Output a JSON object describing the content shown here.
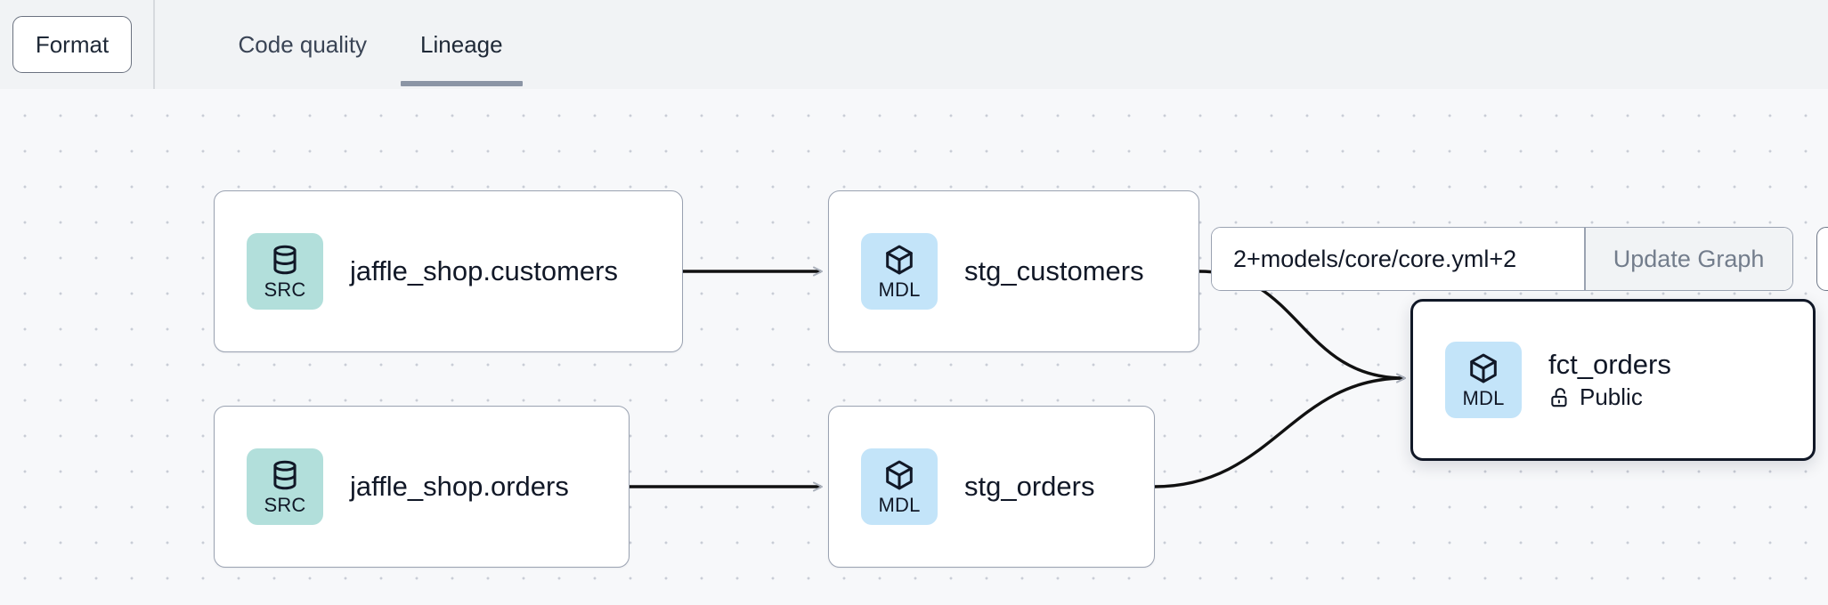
{
  "toolbar": {
    "format_label": "Format",
    "tabs": [
      {
        "label": "Code quality",
        "active": false
      },
      {
        "label": "Lineage",
        "active": true
      }
    ]
  },
  "graph_control": {
    "selector_value": "2+models/core/core.yml+2",
    "selector_placeholder": "2+models/core/core.yml+2",
    "update_label": "Update Graph"
  },
  "lineage": {
    "nodes": [
      {
        "id": "src_customers",
        "badge": "SRC",
        "badge_icon": "database-icon",
        "title": "jaffle_shop.customers",
        "subtitle": null,
        "selected": false
      },
      {
        "id": "src_orders",
        "badge": "SRC",
        "badge_icon": "database-icon",
        "title": "jaffle_shop.orders",
        "subtitle": null,
        "selected": false
      },
      {
        "id": "stg_customers",
        "badge": "MDL",
        "badge_icon": "cube-icon",
        "title": "stg_customers",
        "subtitle": null,
        "selected": false
      },
      {
        "id": "stg_orders",
        "badge": "MDL",
        "badge_icon": "cube-icon",
        "title": "stg_orders",
        "subtitle": null,
        "selected": false
      },
      {
        "id": "fct_orders",
        "badge": "MDL",
        "badge_icon": "cube-icon",
        "title": "fct_orders",
        "subtitle": "Public",
        "subtitle_icon": "unlock-icon",
        "selected": true
      }
    ],
    "edges": [
      {
        "from": "src_customers",
        "to": "stg_customers"
      },
      {
        "from": "src_orders",
        "to": "stg_orders"
      },
      {
        "from": "stg_customers",
        "to": "fct_orders"
      },
      {
        "from": "stg_orders",
        "to": "fct_orders"
      }
    ]
  },
  "colors": {
    "canvas_bg": "#f7f8fa",
    "toolbar_bg": "#f1f3f5",
    "src_badge": "#b2dfdb",
    "mdl_badge": "#c3e4f9",
    "node_border": "#9aa2b1",
    "selected_border": "#111827",
    "tab_underline": "#8b95a5",
    "edge": "#111111"
  }
}
